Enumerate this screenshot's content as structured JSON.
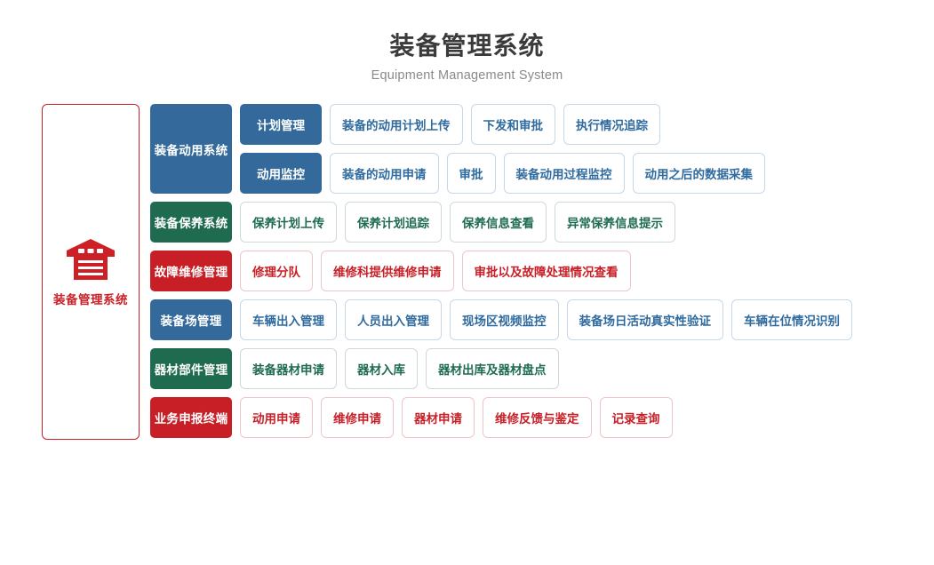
{
  "header": {
    "title": "装备管理系统",
    "subtitle": "Equipment Management System"
  },
  "left_panel": {
    "icon": "warehouse-icon",
    "label": "装备管理系统",
    "border_color": "#cc1f26"
  },
  "colors": {
    "blue": "#33699b",
    "green": "#1f6b50",
    "red": "#c81f27",
    "blue_border": "#c6d8e8",
    "green_border": "#cedbd5",
    "red_border": "#f0c5c8"
  },
  "groups": [
    {
      "name": "装备动用系统",
      "theme": "blue",
      "stacked": true,
      "lines": [
        {
          "sub_label": "计划管理",
          "items": [
            "装备的动用计划上传",
            "下发和审批",
            "执行情况追踪"
          ]
        },
        {
          "sub_label": "动用监控",
          "items": [
            "装备的动用申请",
            "审批",
            "装备动用过程监控",
            "动用之后的数据采集"
          ]
        }
      ]
    },
    {
      "name": "装备保养系统",
      "theme": "green",
      "stacked": false,
      "items": [
        "保养计划上传",
        "保养计划追踪",
        "保养信息查看",
        "异常保养信息提示"
      ]
    },
    {
      "name": "故障维修管理",
      "theme": "red",
      "stacked": false,
      "items": [
        "修理分队",
        "维修科提供维修申请",
        "审批以及故障处理情况查看"
      ]
    },
    {
      "name": "装备场管理",
      "theme": "blue",
      "stacked": false,
      "items": [
        "车辆出入管理",
        "人员出入管理",
        "现场区视频监控",
        "装备场日活动真实性验证",
        "车辆在位情况识别"
      ]
    },
    {
      "name": "器材部件管理",
      "theme": "green",
      "stacked": false,
      "items": [
        "装备器材申请",
        "器材入库",
        "器材出库及器材盘点"
      ]
    },
    {
      "name": "业务申报终端",
      "theme": "red",
      "stacked": false,
      "items": [
        "动用申请",
        "维修申请",
        "器材申请",
        "维修反馈与鉴定",
        "记录查询"
      ]
    }
  ]
}
